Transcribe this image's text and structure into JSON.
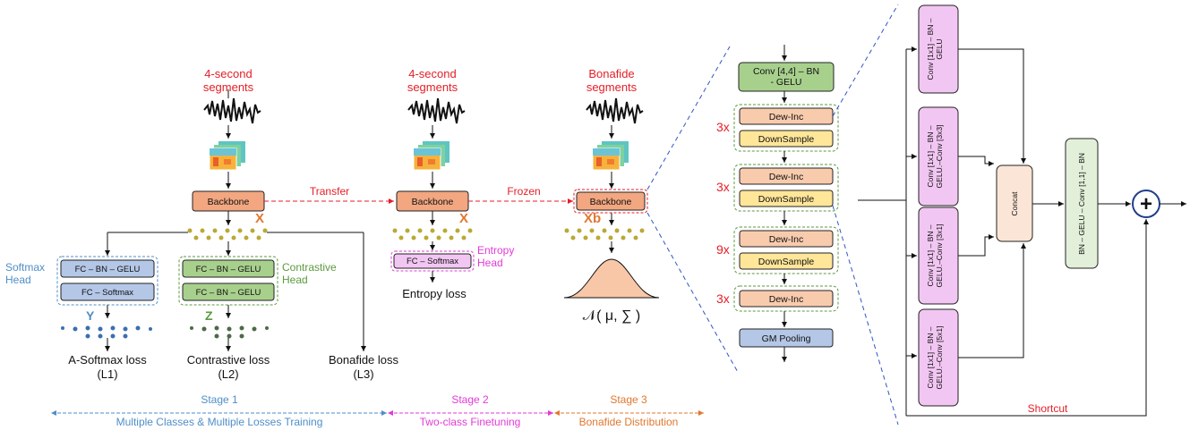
{
  "stage1": {
    "segments": "4-second\nsegments",
    "backbone": "Backbone",
    "x_label": "X",
    "softmax_head": "Softmax\nHead",
    "fc_bn_gelu": "FC – BN – GELU",
    "fc_softmax": "FC – Softmax",
    "y_label": "Y",
    "contrastive_head": "Contrastive\nHead",
    "z_label": "Z",
    "asoftmax_loss": "A-Softmax loss",
    "l1": "(L1)",
    "contrastive_loss": "Contrastive loss",
    "l2": "(L2)",
    "bonafide_loss": "Bonafide loss",
    "l3": "(L3)"
  },
  "transfer_label": "Transfer",
  "frozen_label": "Frozen",
  "stage2": {
    "segments": "4-second\nsegments",
    "backbone": "Backbone",
    "x_label": "X",
    "fc_softmax": "FC – Softmax",
    "entropy_head": "Entropy\nHead",
    "entropy_loss": "Entropy loss"
  },
  "stage3": {
    "segments": "Bonafide\nsegments",
    "backbone": "Backbone",
    "xb_label": "Xb",
    "distribution": "𝒩( μ, ∑ )"
  },
  "stages": [
    {
      "title": "Stage 1",
      "subtitle": "Multiple Classes & Multiple Losses Training",
      "color": "#4f8ec9"
    },
    {
      "title": "Stage 2",
      "subtitle": "Two-class Finetuning",
      "color": "#e23ad8"
    },
    {
      "title": "Stage 3",
      "subtitle": "Bonafide Distribution",
      "color": "#e0782f"
    }
  ],
  "backbone_detail": {
    "conv": "Conv [4,4] – BN\n- GELU",
    "blocks": [
      {
        "repeat": "3x",
        "rows": [
          "Dew-Inc",
          "DownSample"
        ]
      },
      {
        "repeat": "3x",
        "rows": [
          "Dew-Inc",
          "DownSample"
        ]
      },
      {
        "repeat": "9x",
        "rows": [
          "Dew-Inc",
          "DownSample"
        ]
      },
      {
        "repeat": "3x",
        "rows": [
          "Dew-Inc"
        ]
      }
    ],
    "pooling": "GM Pooling"
  },
  "dew_inc_detail": {
    "branches": [
      "Conv [1x1] – BN –\nGELU",
      "Conv [1x1] – BN –\nGELU.–Conv [3x3]",
      "Conv [1x1] – BN –\nGELU.–Conv [3x1]",
      "Conv [1x1] – BN –\nGELU.–Conv [5x1]"
    ],
    "concat": "Concat",
    "post": "BN – GELU – Conv [1,1] – BN",
    "plus": "+",
    "shortcut": "Shortcut"
  },
  "colors": {
    "backbone": "#f2a781",
    "fc_green": "#a8d08d",
    "fc_blue": "#b4c7e7",
    "fc_pink": "#f2c6f2",
    "dewinc": "#f8cbad",
    "downsample": "#ffe699",
    "gm_pool": "#b4c7e7",
    "concat": "#fbe5d6",
    "post": "#e2f0d9",
    "red_arrow": "#e41e26"
  }
}
